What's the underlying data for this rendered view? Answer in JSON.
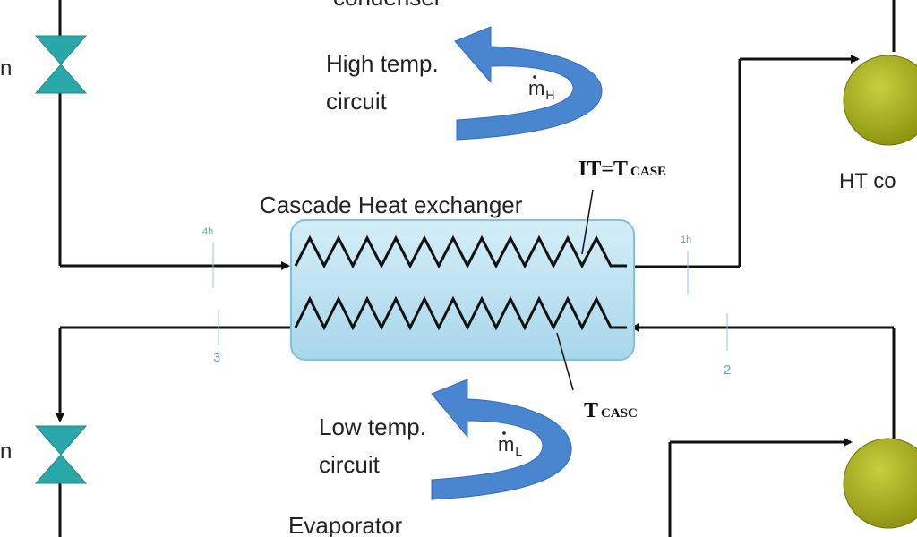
{
  "labels": {
    "top_cutoff": "condenser",
    "high_circuit_l1": "High temp.",
    "high_circuit_l2": "circuit",
    "low_circuit_l1": "Low temp.",
    "low_circuit_l2": "circuit",
    "cascade_hx": "Cascade Heat exchanger",
    "it_eq": "IT=T",
    "it_sub": "CASE",
    "tcasc": "T",
    "tcasc_sub": "CASC",
    "ht_comp": "HT co",
    "evaporator": "Evaporator",
    "left_top_cut": "n",
    "left_bottom_cut": "n"
  },
  "flow": {
    "mh": "m",
    "mh_sub": "H",
    "ml": "m",
    "ml_sub": "L"
  },
  "points": {
    "p4h": "4h",
    "p1h": "1h",
    "p3": "3",
    "p2": "2"
  },
  "colors": {
    "arrow_blue": "#4a86d0",
    "arrow_blue_dark": "#2f6fbf",
    "hx_fill": "#bfe3f2",
    "hx_stroke": "#7fc2dc",
    "valve": "#2aa7a9",
    "compressor": "#a7ad1a",
    "line": "#111111"
  }
}
